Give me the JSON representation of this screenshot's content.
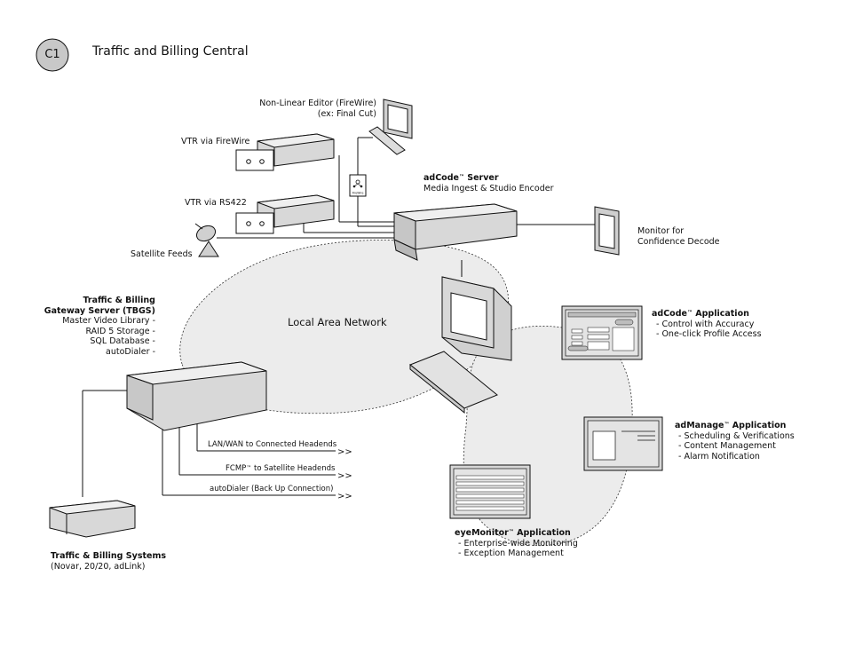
{
  "badge": "C1",
  "title": "Traffic and Billing Central",
  "nle": {
    "line1": "Non-Linear Editor (FireWire)",
    "line2": "(ex: Final Cut)"
  },
  "vtr_firewire": "VTR via FireWire",
  "vtr_rs422": "VTR via RS422",
  "satellite": "Satellite Feeds",
  "firewire_icon_label": "FireWire",
  "adcode_server": {
    "name": "adCode",
    "tm": "™",
    "suffix": " Server",
    "sub": "Media Ingest & Studio Encoder"
  },
  "monitor": {
    "line1": "Monitor for",
    "line2": "Confidence Decode"
  },
  "lan": "Local Area Network",
  "tbgs": {
    "title1": "Traffic & Billing",
    "title2": "Gateway Server (TBGS)",
    "items": [
      "Master Video Library -",
      "RAID 5 Storage -",
      "SQL Database -",
      "autoDialer -"
    ]
  },
  "connections": {
    "lan_wan": "LAN/WAN to Connected Headends",
    "fcmp": "FCMP",
    "fcmp_tm": "™",
    "fcmp_rest": " to Satellite Headends",
    "autodialer": "autoDialer  (Back Up Connection)",
    "arrow": ">>"
  },
  "tbs": {
    "title": "Traffic & Billing Systems",
    "sub": "(Novar, 20/20, adLink)"
  },
  "adcode_app": {
    "name": "adCode",
    "tm": "™",
    "suffix": " Application",
    "items": [
      "- Control with Accuracy",
      "- One-click Profile Access"
    ]
  },
  "admanage_app": {
    "name": "adManage",
    "tm": "™",
    "suffix": " Application",
    "items": [
      "- Scheduling & Verifications",
      "- Content Management",
      "- Alarm Notification"
    ]
  },
  "eyemonitor_app": {
    "name": "eyeMonitor",
    "tm": "™",
    "suffix": " Application",
    "items": [
      "- Enterprise-wide Monitoring",
      "- Exception Management"
    ]
  },
  "colors": {
    "stroke": "#111111",
    "box_fill": "#e8e8e8",
    "box_side": "#bdbdbd",
    "cloud": "#ececec",
    "badge": "#c8c8c8"
  }
}
